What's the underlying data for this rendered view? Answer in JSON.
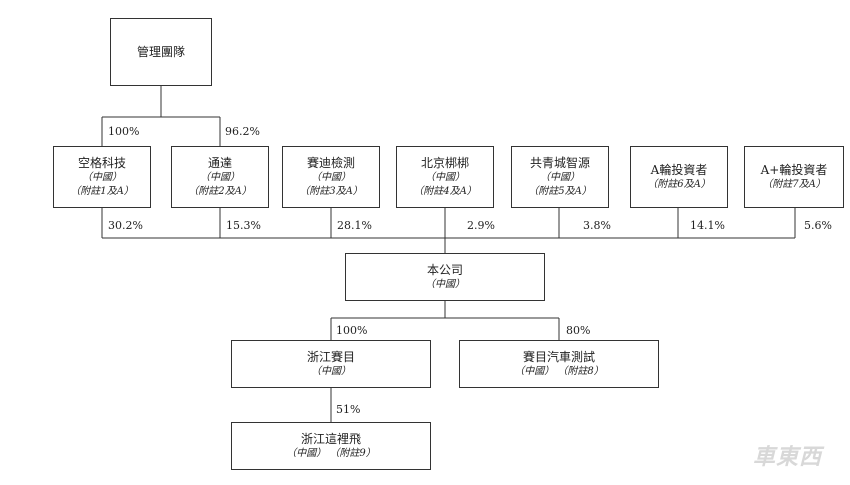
{
  "nodes": {
    "mgmt": {
      "name": "管理團隊"
    },
    "kongge": {
      "name": "空格科技",
      "region": "（中國）",
      "note": "（附註1及A）"
    },
    "tongda": {
      "name": "通達",
      "region": "（中國）",
      "note": "（附註2及A）"
    },
    "saidi": {
      "name": "賽迪檢測",
      "region": "（中國）",
      "note": "（附註3及A）"
    },
    "beijing": {
      "name": "北京梆梆",
      "region": "（中國）",
      "note": "（附註4及A）"
    },
    "gongqing": {
      "name": "共青城智源",
      "region": "（中國）",
      "note": "（附註5及A）"
    },
    "ainv": {
      "name": "A輪投資者",
      "note": "（附註6及A）"
    },
    "apinv": {
      "name": "A+輪投資者",
      "note": "（附註7及A）"
    },
    "company": {
      "name": "本公司",
      "region": "（中國）"
    },
    "zjsm": {
      "name": "浙江賽目",
      "region": "（中國）"
    },
    "smtest": {
      "name": "賽目汽車測試",
      "region": "（中國）",
      "note": "（附註8）"
    },
    "zjzlf": {
      "name": "浙江這裡飛",
      "region": "（中國）",
      "note": "（附註9）"
    }
  },
  "percentages": {
    "mgmt_kongge": "100%",
    "mgmt_tongda": "96.2%",
    "kongge_company": "30.2%",
    "tongda_company": "15.3%",
    "saidi_company": "28.1%",
    "beijing_company": "2.9%",
    "gongqing_company": "3.8%",
    "ainv_company": "14.1%",
    "apinv_company": "5.6%",
    "company_zjsm": "100%",
    "company_smtest": "80%",
    "zjsm_zjzlf": "51%"
  },
  "watermark": "車東西",
  "colors": {
    "line": "#333333",
    "text": "#222222"
  }
}
